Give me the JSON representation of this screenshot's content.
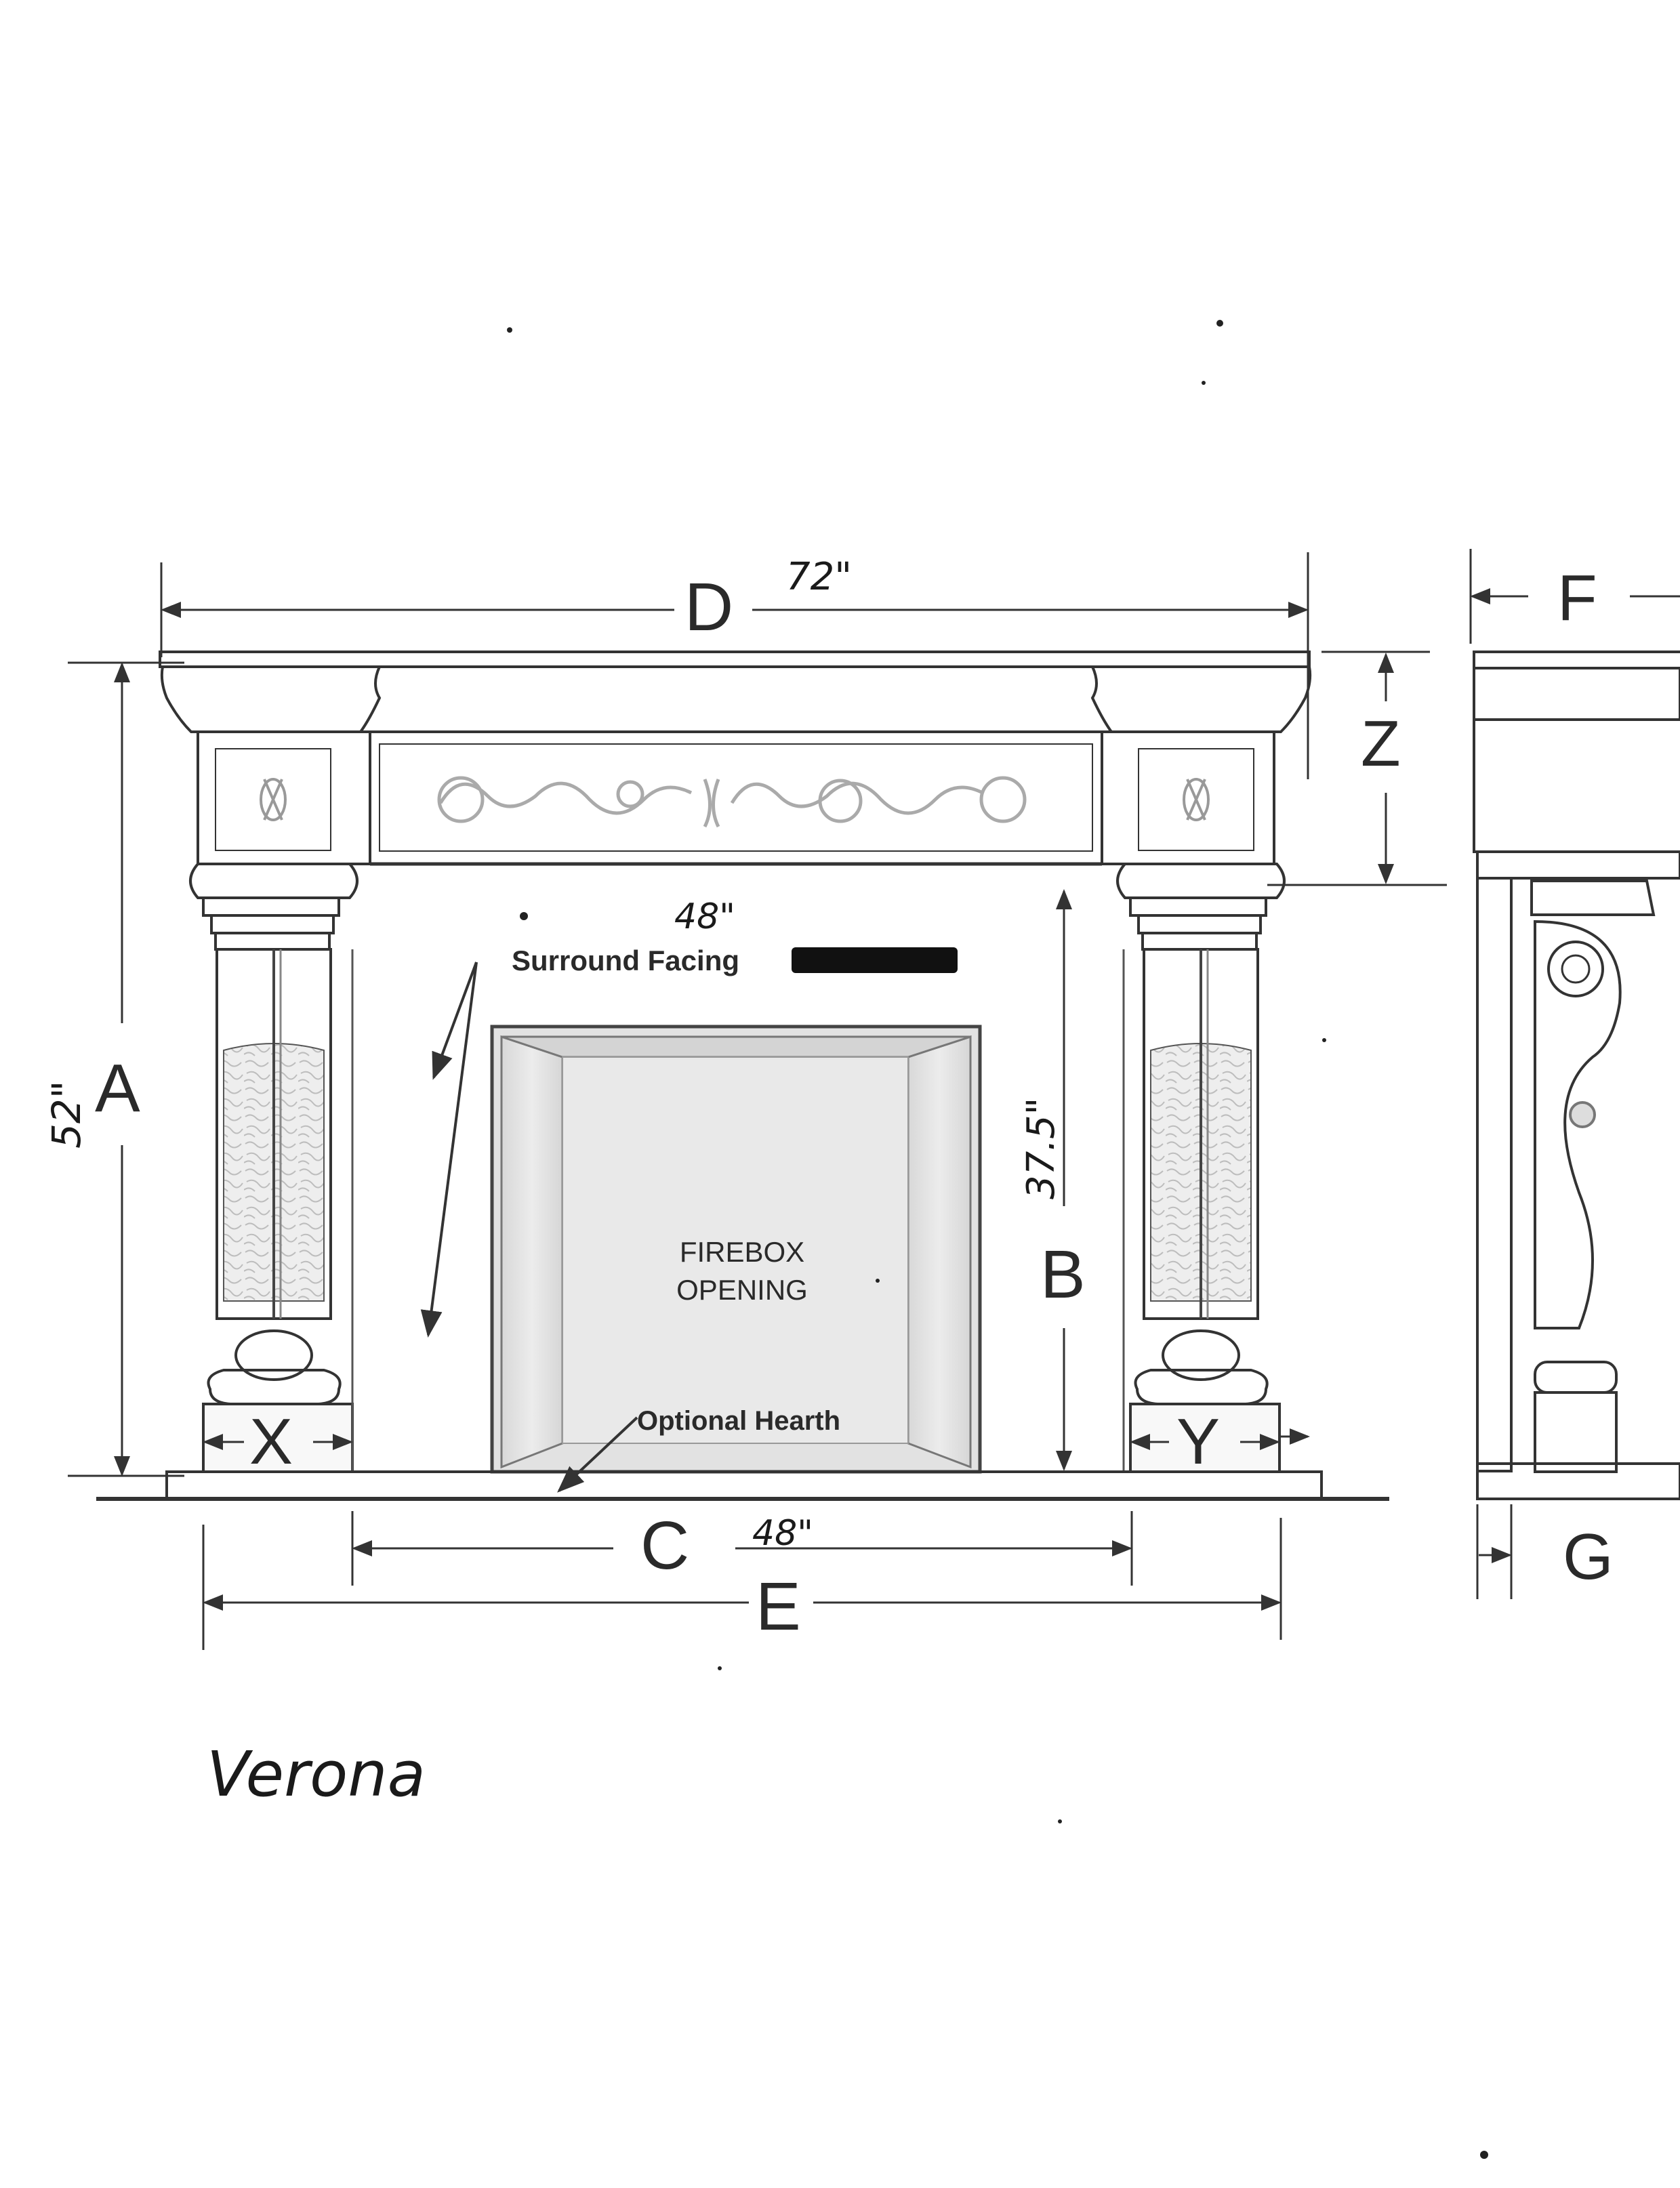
{
  "drawing": {
    "dimensions": {
      "D": "D",
      "E": "E",
      "C": "C",
      "A": "A",
      "B": "B",
      "Z": "Z",
      "X": "X",
      "Y": "Y",
      "F": "F",
      "G": "G"
    },
    "handwritten": {
      "d_value": "72\"",
      "a_value": "52\"",
      "opening_width": "48\"",
      "b_value": "37.5\"",
      "c_value": "48\"",
      "model_name": "Verona"
    },
    "labels": {
      "surround_facing": "Surround Facing",
      "firebox_line1": "FIREBOX",
      "firebox_line2": "OPENING",
      "optional_hearth": "Optional Hearth"
    }
  }
}
